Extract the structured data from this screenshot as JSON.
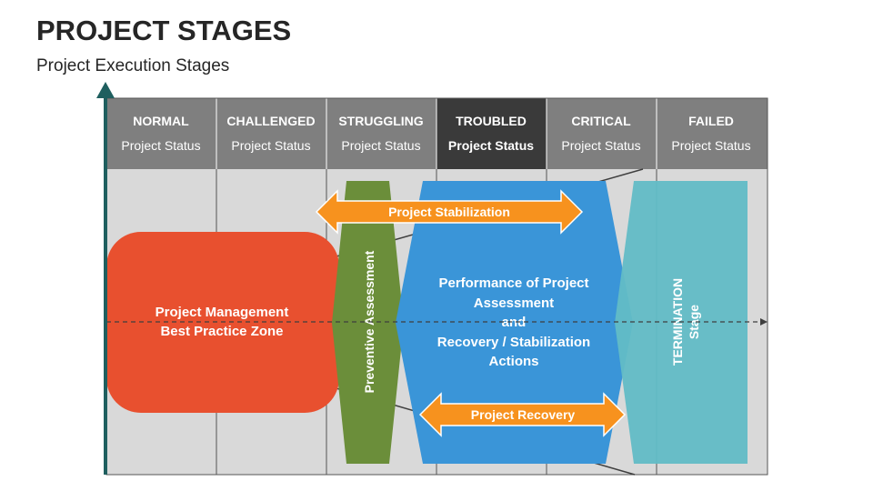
{
  "header": {
    "title": "PROJECT STAGES",
    "subtitle": "Project Execution Stages"
  },
  "columns": [
    {
      "name": "NORMAL",
      "status": "Project Status",
      "highlight": false
    },
    {
      "name": "CHALLENGED",
      "status": "Project Status",
      "highlight": false
    },
    {
      "name": "STRUGGLING",
      "status": "Project Status",
      "highlight": false
    },
    {
      "name": "TROUBLED",
      "status": "Project Status",
      "highlight": true
    },
    {
      "name": "CRITICAL",
      "status": "Project Status",
      "highlight": false
    },
    {
      "name": "FAILED",
      "status": "Project Status",
      "highlight": false
    }
  ],
  "zones": {
    "best_practice": [
      "Project Management",
      "Best Practice Zone"
    ],
    "preventive": "Preventive Assessment",
    "performance": [
      "Performance of Project",
      "Assessment",
      "and",
      "Recovery / Stabilization",
      "Actions"
    ],
    "termination": [
      "TERMINATION",
      "Stage"
    ]
  },
  "arrows": {
    "stabilization": "Project Stabilization",
    "recovery": "Project Recovery"
  },
  "colors": {
    "header_bg": "#7f7f7f",
    "header_highlight_bg": "#3a3a3a",
    "grid_bg": "#d9d9d9",
    "best_practice": "#e8502f",
    "preventive": "#6b8e3a",
    "performance": "#3a95d8",
    "termination": "#62bcc6",
    "arrow": "#f7921e",
    "axis": "#1f5f5f"
  }
}
